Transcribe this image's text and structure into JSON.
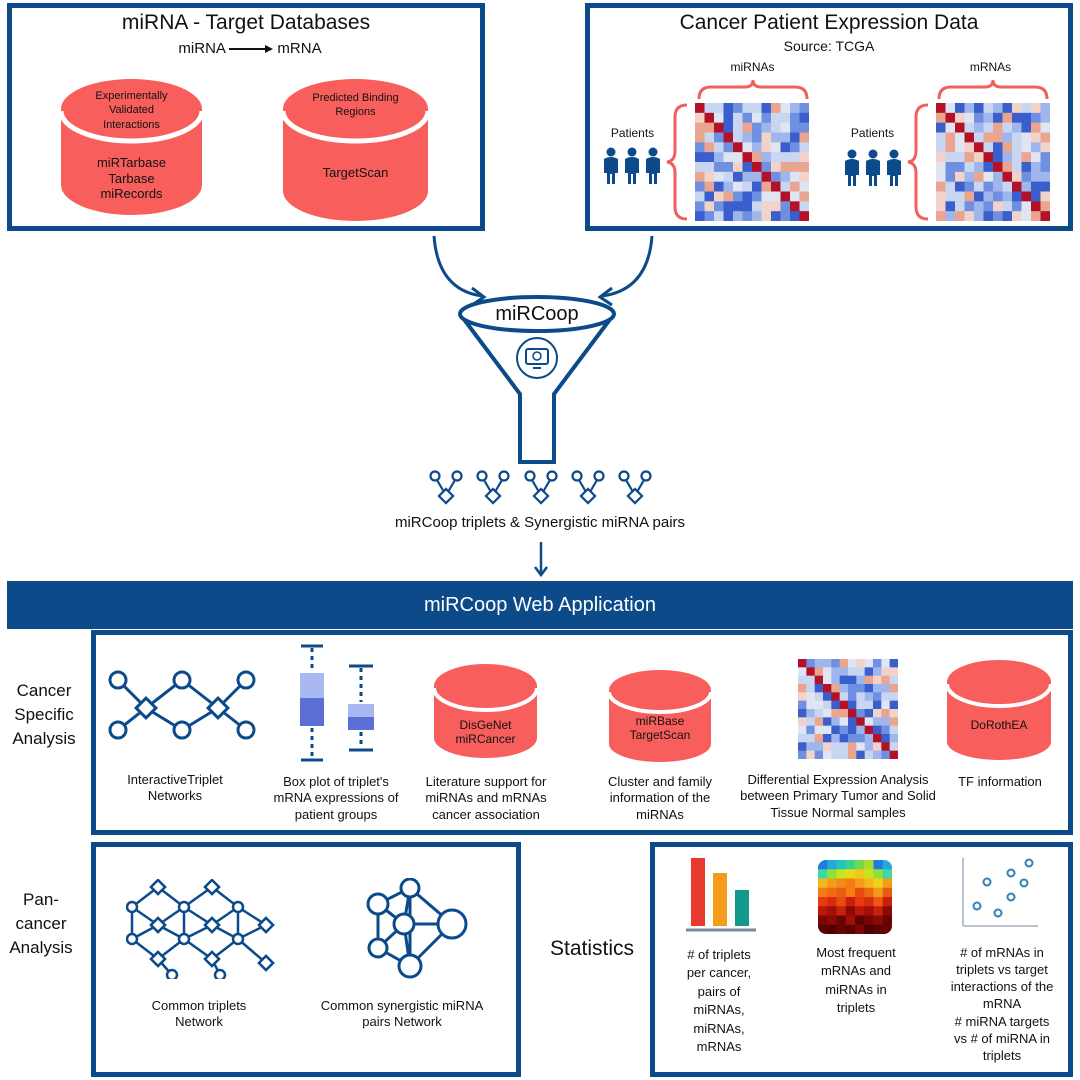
{
  "databases": {
    "title": "miRNA - Target Databases",
    "mirna_label": "miRNA",
    "mrna_label": "mRNA",
    "cyl1": {
      "top": "Experimentally Validated Interactions",
      "lines": [
        "miRTarbase",
        "Tarbase",
        "miRecords"
      ]
    },
    "cyl2": {
      "top": "Predicted Binding Regions",
      "lines": [
        "TargetScan"
      ]
    }
  },
  "expression": {
    "title": "Cancer Patient Expression Data",
    "source": "Source: TCGA",
    "mirnas": "miRNAs",
    "mrnas": "mRNAs",
    "patients1": "Patients",
    "patients2": "Patients"
  },
  "funnel": {
    "label": "miRCoop"
  },
  "triplets_caption": "miRCoop triplets & Synergistic miRNA pairs",
  "banner": "miRCoop Web Application",
  "cancer_specific": {
    "side_label": [
      "Cancer",
      "Specific",
      "Analysis"
    ],
    "items": [
      {
        "label": [
          "InteractiveTriplet",
          "Networks"
        ]
      },
      {
        "label": [
          "Box plot of triplet's",
          "mRNA expressions of",
          "patient groups"
        ]
      },
      {
        "label": [
          "Literature support for",
          "miRNAs and mRNAs",
          "cancer association"
        ],
        "db": [
          "DisGeNet",
          "miRCancer"
        ]
      },
      {
        "label": [
          "Cluster and family",
          "information of the",
          "miRNAs"
        ],
        "db": [
          "miRBase",
          "TargetScan"
        ]
      },
      {
        "label": [
          "Differential Expression Analysis",
          "between Primary Tumor and Solid",
          "Tissue Normal samples"
        ]
      },
      {
        "label": [
          "TF information"
        ],
        "db": [
          "DoRothEA"
        ]
      }
    ]
  },
  "pan_cancer": {
    "side_label": [
      "Pan-",
      "cancer",
      "Analysis"
    ],
    "items": [
      {
        "label": [
          "Common triplets",
          "Network"
        ]
      },
      {
        "label": [
          "Common synergistic miRNA",
          "pairs Network"
        ]
      }
    ]
  },
  "statistics": {
    "side_label": "Statistics",
    "items": [
      {
        "label": [
          "# of triplets",
          "per cancer,",
          "pairs of",
          "miRNAs,",
          "miRNAs,",
          "mRNAs"
        ]
      },
      {
        "label": [
          "Most frequent",
          "mRNAs and",
          "miRNAs in",
          "triplets"
        ]
      },
      {
        "label": [
          "# of mRNAs in",
          "triplets vs target",
          "interactions of the",
          "mRNA",
          "# miRNA targets",
          "vs # of miRNA in",
          "triplets"
        ]
      }
    ]
  },
  "colors": {
    "navy": "#0c4a8a",
    "salmon": "#f85f5c",
    "bar1": "#e8392f",
    "bar2": "#f59c1a",
    "bar3": "#14998c"
  }
}
